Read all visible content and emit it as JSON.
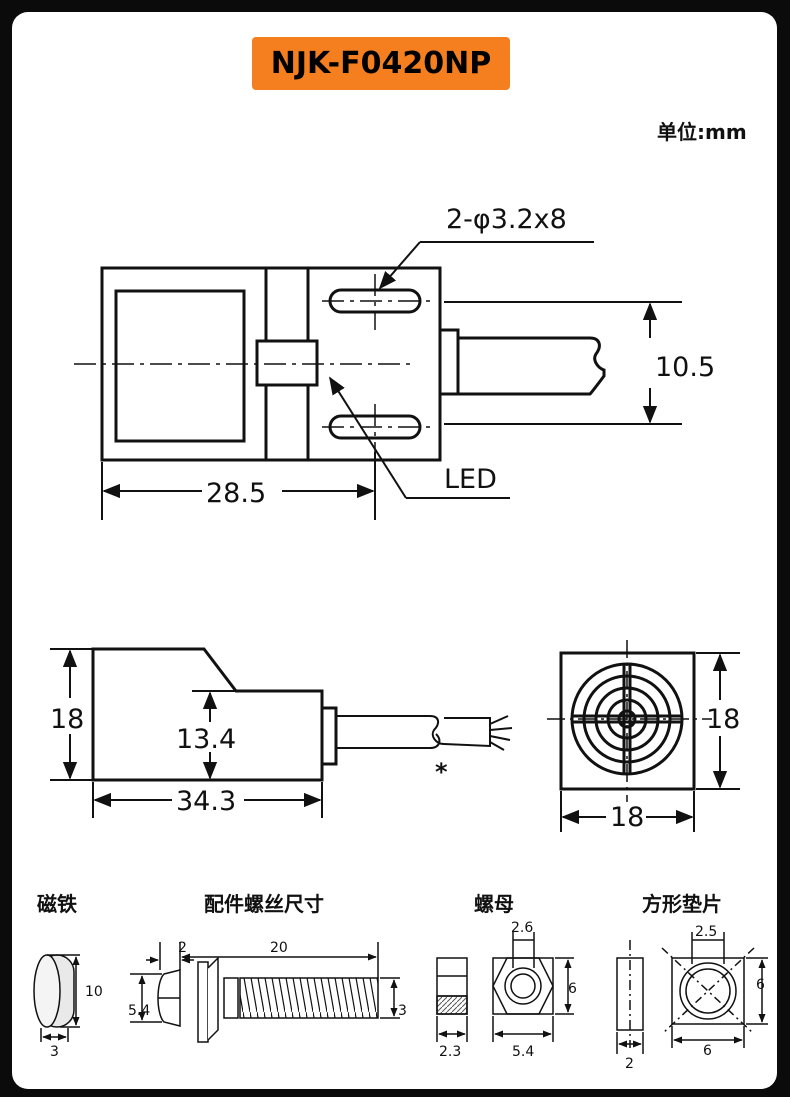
{
  "title": "NJK-F0420NP",
  "unit_label": "单位:mm",
  "top_view": {
    "hole_label": "2-φ3.2x8",
    "width_label": "28.5",
    "height_label": "10.5",
    "led_label": "LED"
  },
  "side_view": {
    "height_label": "18",
    "inner_height_label": "13.4",
    "length_label": "34.3",
    "note_mark": "*"
  },
  "front_view": {
    "height_label": "18",
    "width_label": "18"
  },
  "accessories": {
    "magnet": {
      "title": "磁铁",
      "height_label": "10",
      "width_label": "3"
    },
    "screw": {
      "title": "配件螺丝尺寸",
      "head_label": "2",
      "length_label": "20",
      "head_dia_label": "5.4",
      "thread_dia_label": "3"
    },
    "nut": {
      "title": "螺母",
      "hole_label": "2.6",
      "side_label": "6",
      "thickness_label": "2.3",
      "width_label": "5.4"
    },
    "washer": {
      "title": "方形垫片",
      "hole_label": "2.5",
      "side_label": "6",
      "thickness_label": "2",
      "width_label": "6"
    }
  }
}
